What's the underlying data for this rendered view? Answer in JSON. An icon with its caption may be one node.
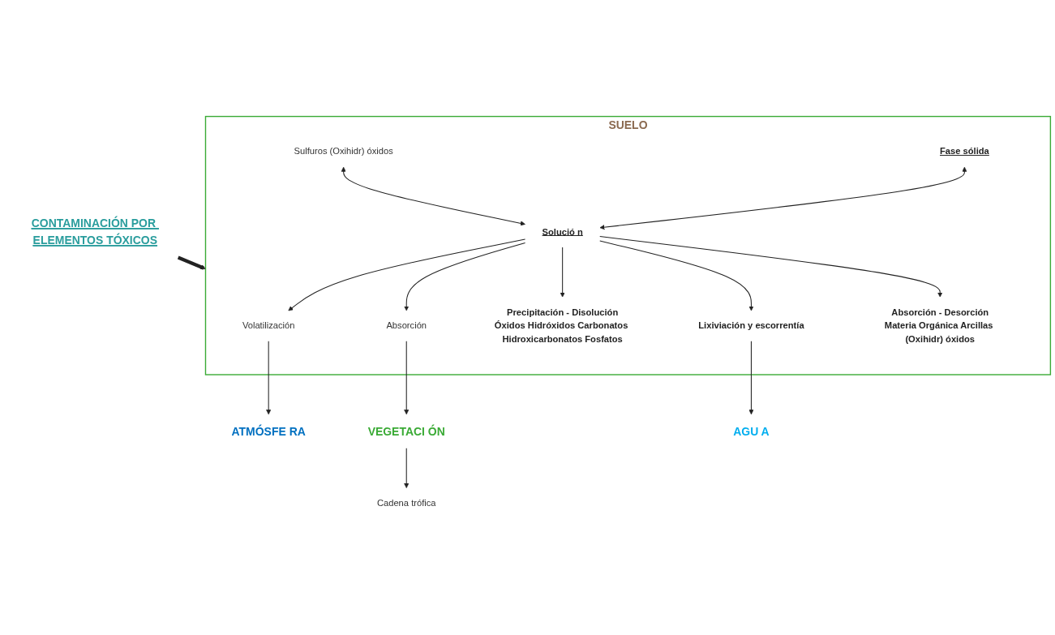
{
  "diagram": {
    "nodes": [
      {
        "text": [
          "CONTAMINACIÓN POR ELEMENTOS TÓXICOS"
        ]
      },
      {
        "text": [
          "ATMÓSFE RA"
        ]
      },
      {
        "text": [
          "VEGETACI ÓN"
        ]
      },
      {
        "text": [
          "Cadena trófica"
        ]
      },
      {
        "text": [
          "SUELO"
        ]
      },
      {
        "text": [
          "Volatilización"
        ],
        "in": 4
      },
      {
        "text": [
          "Absorción"
        ],
        "in": 4
      },
      {
        "text": [
          "Fase sólida"
        ],
        "in": 4
      },
      {
        "text": [
          "Solució n"
        ],
        "in": 4
      },
      {
        "text": [
          "Sulfuros (Oxihidr) óxidos"
        ],
        "in": 4
      },
      {
        "text": [
          "Precipitación - Disolución",
          "Óxidos Hidróxidos Carbonatos Hidroxicarbonatos Fosfatos"
        ],
        "in": 4
      },
      {
        "text": [
          "Lixiviación y escorrentía"
        ],
        "in": 4
      },
      {
        "text": [
          "Absorción - Desorción",
          "Materia Orgánica Arcillas (Oxihidr) óxidos"
        ],
        "in": 4
      },
      {
        "text": [
          "AGU A"
        ]
      }
    ],
    "edges": [
      {
        "from": 0,
        "to": 4,
        "arrow": "to",
        "style": "thick"
      },
      {
        "from": 5,
        "to": 1,
        "arrow": "to"
      },
      {
        "from": 6,
        "to": 2,
        "arrow": "to"
      },
      {
        "from": 2,
        "to": 3,
        "arrow": "to"
      },
      {
        "from": 7,
        "to": 8,
        "arrow": "both"
      },
      {
        "from": 8,
        "to": 5,
        "arrow": "to"
      },
      {
        "from": 8,
        "to": 6,
        "arrow": "to"
      },
      {
        "from": 9,
        "to": 8,
        "arrow": "both"
      },
      {
        "from": 8,
        "to": 10,
        "arrow": "to"
      },
      {
        "from": 8,
        "to": 11,
        "arrow": "to"
      },
      {
        "from": 8,
        "to": 12,
        "arrow": "to"
      },
      {
        "from": 11,
        "to": 13,
        "arrow": "to"
      }
    ]
  }
}
